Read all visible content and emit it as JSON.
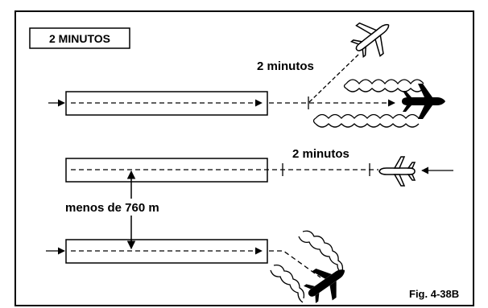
{
  "title": "2 MINUTOS",
  "labels": {
    "time_top": "2 minutos",
    "time_middle": "2 minutos",
    "separation": "menos de 760 m",
    "figure": "Fig. 4-38B"
  },
  "icons": {
    "aircraft_departing": "airplane-climbing-icon",
    "aircraft_takeoff_roll": "airplane-dark-icon",
    "aircraft_landing": "airplane-outline-icon",
    "aircraft_turning": "airplane-dark-turning-icon"
  },
  "colors": {
    "line": "#000000",
    "background": "#ffffff"
  }
}
